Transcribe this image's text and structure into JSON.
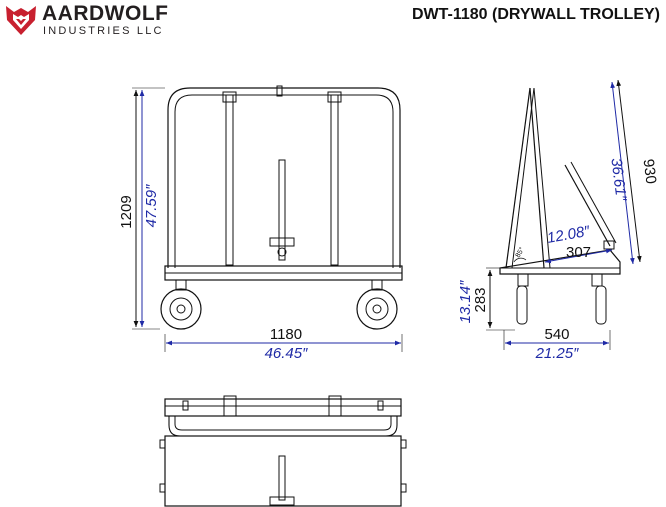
{
  "header": {
    "brand_name": "AARDWOLF",
    "brand_sub": "INDUSTRIES LLC",
    "model_title": "DWT-1180 (DRYWALL TROLLEY)"
  },
  "front_view": {
    "height_mm": "1209",
    "height_in": "47.59″",
    "width_mm": "1180",
    "width_in": "46.45″"
  },
  "side_view": {
    "height_mm": "930",
    "height_in": "36.61″",
    "deck_mm": "307",
    "deck_in": "12.08″",
    "angle": "85°",
    "wheel_height_mm": "283",
    "wheel_height_in": "13.14″",
    "width_mm": "540",
    "width_in": "21.25″"
  },
  "colors": {
    "dim_black": "#111111",
    "dim_blue": "#1f2aa6",
    "logo_red": "#c8202f"
  }
}
